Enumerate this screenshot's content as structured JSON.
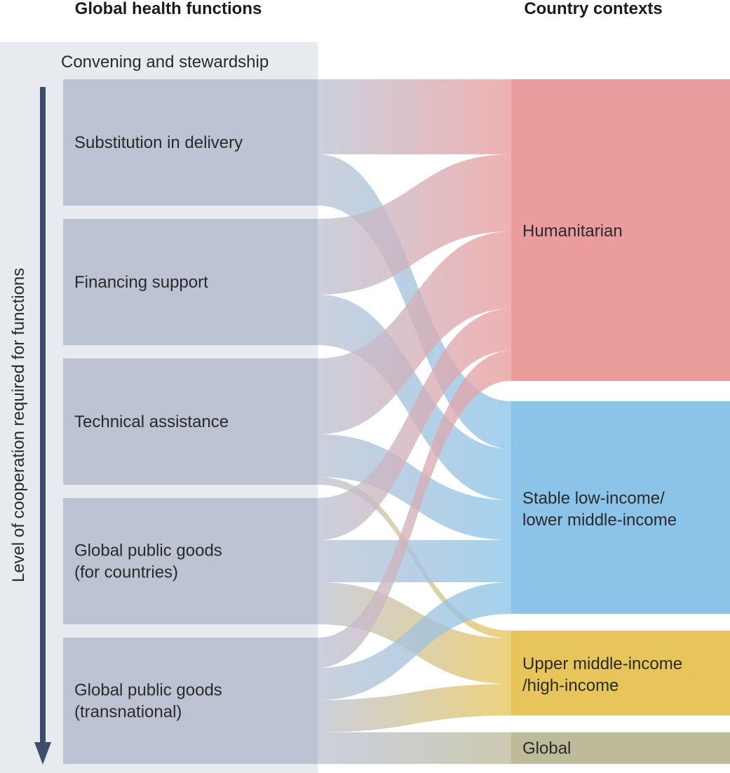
{
  "headers": {
    "left": "Global health functions",
    "right": "Country contexts"
  },
  "convening_label": "Convening and stewardship",
  "axis_label": "Level of cooperation required for functions",
  "functions": [
    {
      "id": "substitution",
      "lines": [
        "Substitution in delivery"
      ]
    },
    {
      "id": "financing",
      "lines": [
        "Financing support"
      ]
    },
    {
      "id": "technical",
      "lines": [
        "Technical assistance"
      ]
    },
    {
      "id": "gpg-countries",
      "lines": [
        "Global public goods",
        "(for countries)"
      ]
    },
    {
      "id": "gpg-transnational",
      "lines": [
        "Global public goods",
        "(transnational)"
      ]
    }
  ],
  "contexts": [
    {
      "id": "humanitarian",
      "lines": [
        "Humanitarian"
      ],
      "color": "#eb9c9d"
    },
    {
      "id": "stable",
      "lines": [
        "Stable low-income/",
        "lower middle-income"
      ],
      "color": "#8bc4e8"
    },
    {
      "id": "upper",
      "lines": [
        "Upper middle-income",
        "/high-income"
      ],
      "color": "#e8c55a"
    },
    {
      "id": "global",
      "lines": [
        "Global"
      ],
      "color": "#bdbb9a"
    }
  ],
  "colors": {
    "function_box": "#bcc3d3",
    "panel_bg": "#e7eaef",
    "arrow": "#3e4e6a"
  },
  "flows": [
    {
      "from": "substitution",
      "to": "humanitarian"
    },
    {
      "from": "substitution",
      "to": "stable"
    },
    {
      "from": "financing",
      "to": "humanitarian"
    },
    {
      "from": "financing",
      "to": "stable"
    },
    {
      "from": "technical",
      "to": "humanitarian"
    },
    {
      "from": "technical",
      "to": "stable"
    },
    {
      "from": "technical",
      "to": "upper"
    },
    {
      "from": "gpg-countries",
      "to": "humanitarian"
    },
    {
      "from": "gpg-countries",
      "to": "stable"
    },
    {
      "from": "gpg-countries",
      "to": "upper"
    },
    {
      "from": "gpg-transnational",
      "to": "humanitarian"
    },
    {
      "from": "gpg-transnational",
      "to": "stable"
    },
    {
      "from": "gpg-transnational",
      "to": "upper"
    },
    {
      "from": "gpg-transnational",
      "to": "global"
    }
  ]
}
